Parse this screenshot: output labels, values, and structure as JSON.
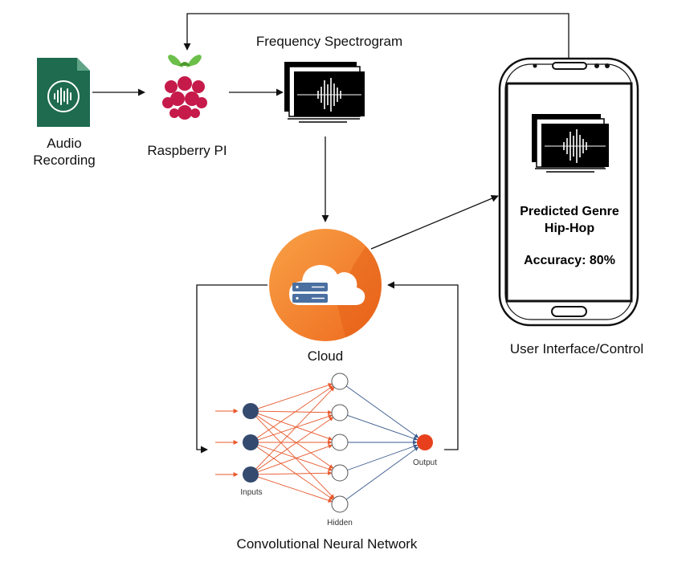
{
  "nodes": {
    "audio_recording": {
      "label_line1": "Audio",
      "label_line2": "Recording",
      "icon": "audio-file-icon",
      "color": "#1e6b4f"
    },
    "raspberry_pi": {
      "label": "Raspberry PI",
      "icon": "raspberry-pi-icon",
      "color": "#c51a4a"
    },
    "spectrogram": {
      "label": "Frequency Spectrogram",
      "icon": "spectrogram-icon"
    },
    "cloud": {
      "label": "Cloud",
      "icon": "cloud-server-icon",
      "color": "#f26b21"
    },
    "cnn": {
      "label": "Convolutional Neural Network",
      "inputs_label": "Inputs",
      "hidden_label": "Hidden",
      "output_label": "Output",
      "input_color": "#344a6e",
      "output_color": "#e8401c",
      "edge_color_input": "#e8582c",
      "edge_color_hidden": "#3a5a8c"
    },
    "phone": {
      "label": "User Interface/Control",
      "genre_title": "Predicted Genre",
      "genre_value": "Hip-Hop",
      "accuracy": "Accuracy: 80%"
    }
  }
}
